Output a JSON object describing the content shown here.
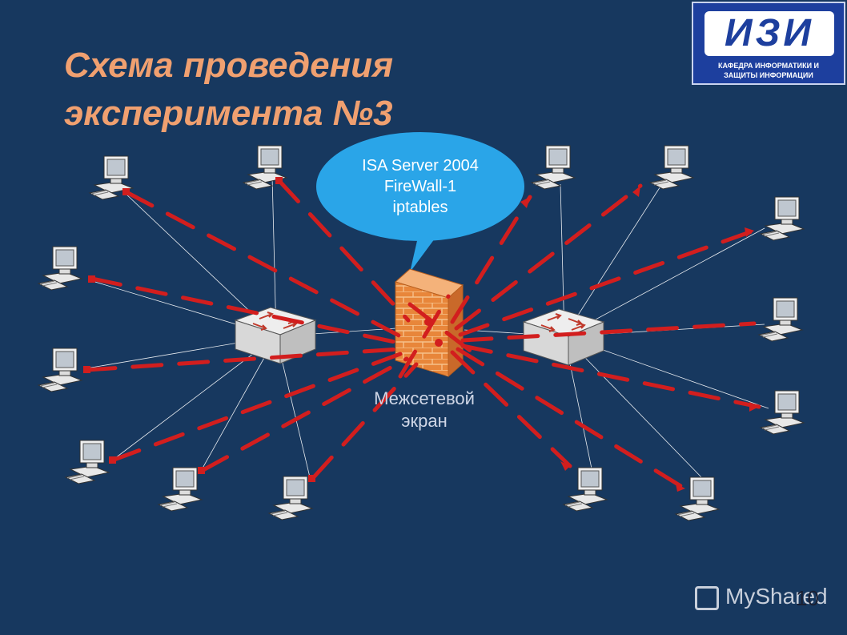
{
  "title": {
    "line1": "Схема проведения",
    "line2": "эксперимента №3"
  },
  "logo": {
    "mark": "ИЗИ",
    "subtitle_line1": "КАФЕДРА ИНФОРМАТИКИ И",
    "subtitle_line2": "ЗАЩИТЫ ИНФОРМАЦИИ"
  },
  "bubble": {
    "line1": "ISA Server 2004",
    "line2": "FireWall-1",
    "line3": "iptables"
  },
  "firewall_label": {
    "line1": "Межсетевой",
    "line2": "экран"
  },
  "watermark": "MyShared",
  "page_number": "10",
  "colors": {
    "background": "#17385f",
    "title": "#f0a070",
    "attack_arrows": "#d21e1e",
    "bubble": "#2aa5e8",
    "firewall_brick": "#e8863a"
  },
  "icons": {
    "computer": "computer-icon",
    "switch": "network-switch-icon",
    "firewall": "brick-firewall-icon"
  }
}
